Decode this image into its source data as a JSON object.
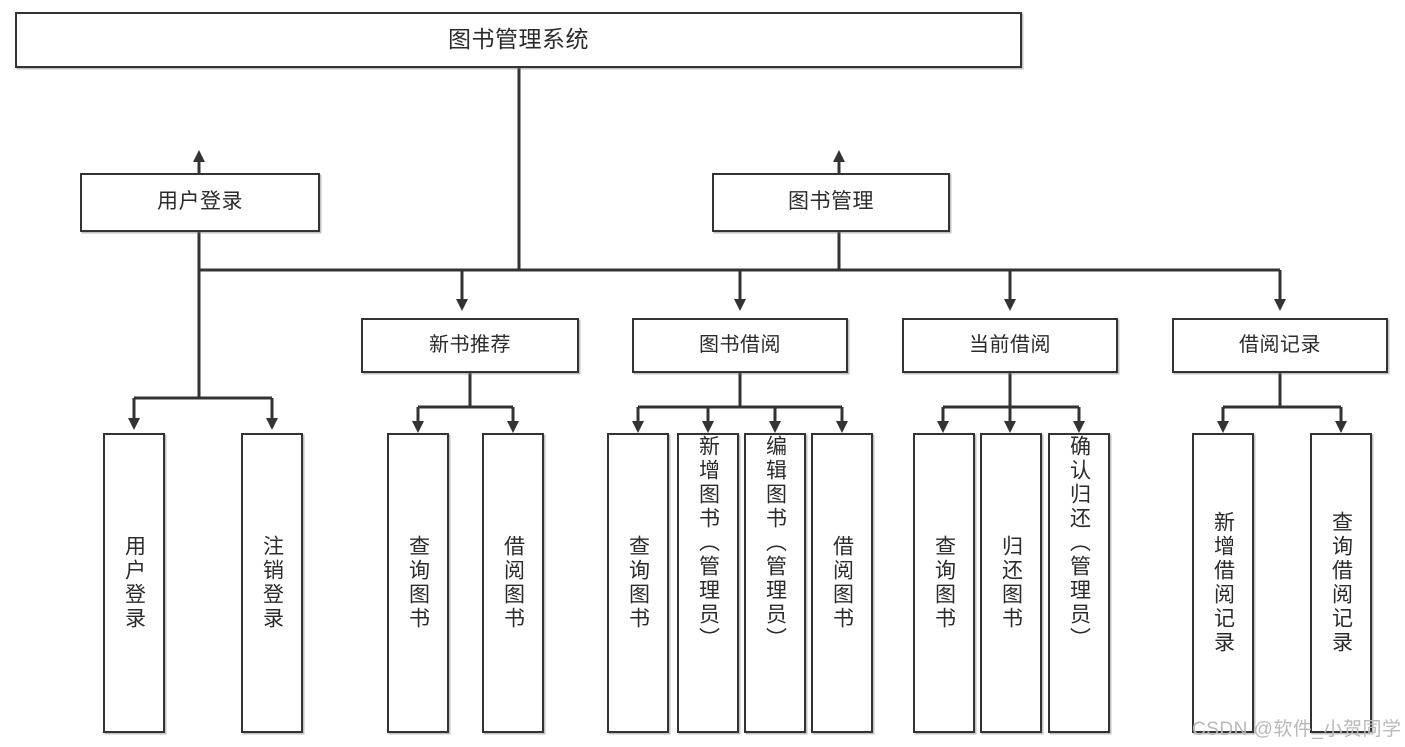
{
  "diagram": {
    "title": "图书管理系统",
    "type": "tree",
    "watermark": "CSDN @软件_小贺同学",
    "colors": {
      "box_border": "#333333",
      "box_fill": "#ffffff",
      "connector": "#333333",
      "text": "#2b2b2b",
      "watermark": "#b9b9b9"
    },
    "root": {
      "label": "图书管理系统"
    },
    "level2": [
      {
        "label": "用户登录"
      },
      {
        "label": "图书管理"
      }
    ],
    "level3": [
      {
        "label": "新书推荐"
      },
      {
        "label": "图书借阅"
      },
      {
        "label": "当前借阅"
      },
      {
        "label": "借阅记录"
      }
    ],
    "leaves": {
      "user_login": [
        {
          "label": "用户登录"
        },
        {
          "label": "注销登录"
        }
      ],
      "new_book_recommend": [
        {
          "label": "查询图书"
        },
        {
          "label": "借阅图书"
        }
      ],
      "book_borrow": [
        {
          "label": "查询图书"
        },
        {
          "label": "新增图书（管理员）"
        },
        {
          "label": "编辑图书（管理员）"
        },
        {
          "label": "借阅图书"
        }
      ],
      "current_borrow": [
        {
          "label": "查询图书"
        },
        {
          "label": "归还图书"
        },
        {
          "label": "确认归还（管理员）"
        }
      ],
      "borrow_record": [
        {
          "label": "新增借阅记录"
        },
        {
          "label": "查询借阅记录"
        }
      ]
    }
  }
}
